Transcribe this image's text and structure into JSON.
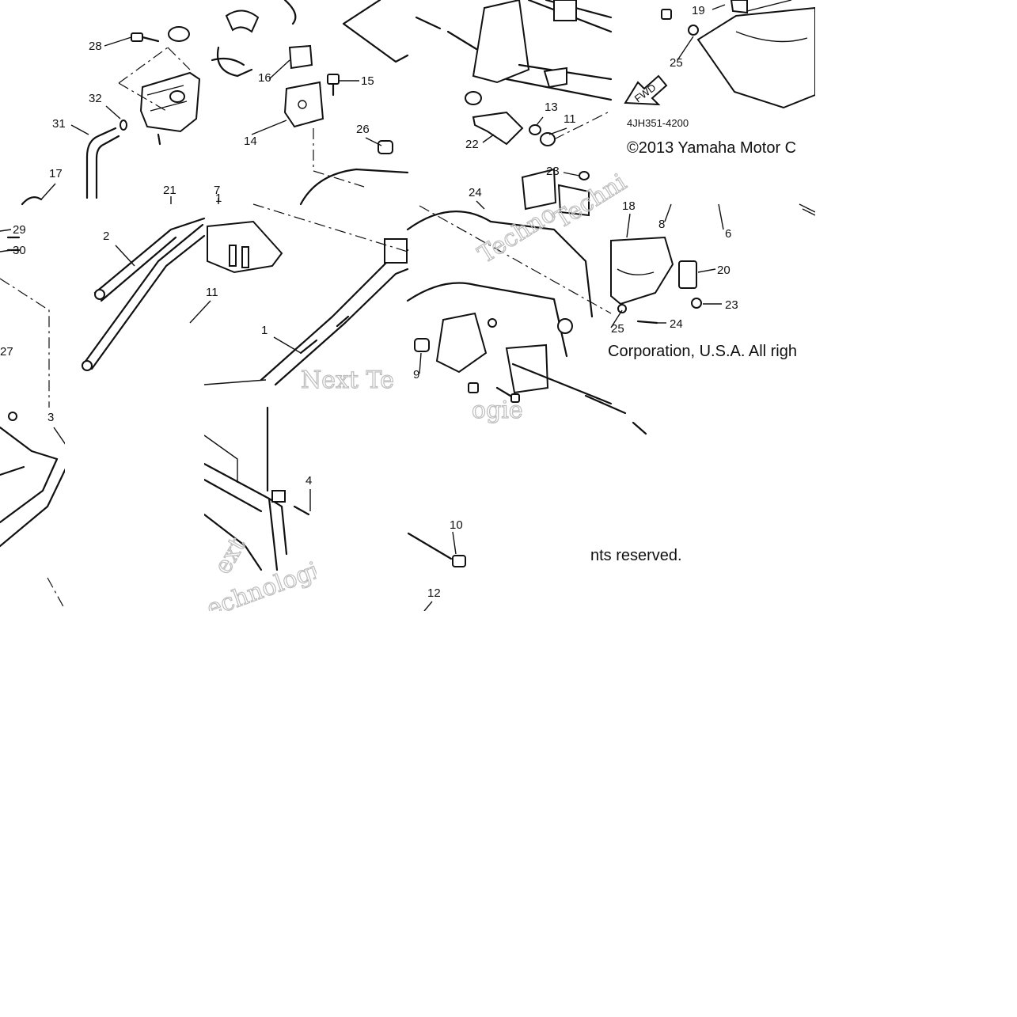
{
  "diagram": {
    "part_code": "4JH351-4200",
    "copyright": "©2013 Yamaha Motor C",
    "copyright_mid": "Corporation, U.S.A. All righ",
    "copyright_end": "nts reserved.",
    "fwd_label": "FWD",
    "watermarks": [
      "Techno",
      "Next Te",
      "ogie",
      "echnologic",
      "ext",
      "Techni"
    ],
    "callouts": [
      "28",
      "32",
      "31",
      "17",
      "21",
      "7",
      "1",
      "2",
      "29",
      "30",
      "11",
      "27",
      "3",
      "16",
      "15",
      "14",
      "26",
      "4",
      "10",
      "12",
      "9",
      "19",
      "25",
      "13",
      "11",
      "22",
      "23",
      "24",
      "18",
      "8",
      "6",
      "20",
      "23",
      "24",
      "25",
      "1"
    ]
  }
}
